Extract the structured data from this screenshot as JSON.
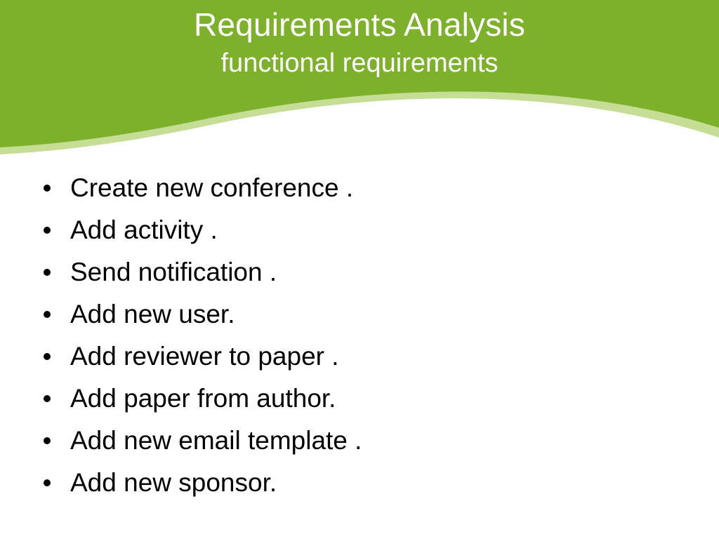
{
  "slide": {
    "title": "Requirements Analysis",
    "subtitle": "functional requirements",
    "bullets": [
      "Create new conference .",
      "Add activity .",
      "Send notification .",
      "Add new user.",
      "Add reviewer to paper .",
      "Add paper from author.",
      "Add new email template .",
      "Add new sponsor."
    ]
  },
  "colors": {
    "header_green": "#7eb12b",
    "header_highlight": "#c6dd95",
    "title_text": "#ffffff",
    "body_text": "#000000"
  }
}
